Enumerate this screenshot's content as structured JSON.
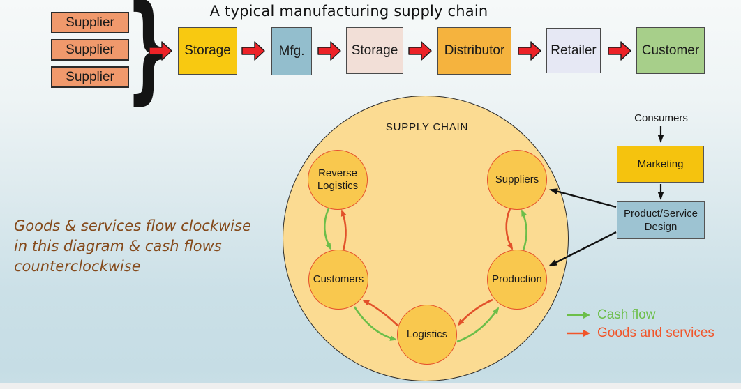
{
  "title": "A typical manufacturing supply chain",
  "top_chain": {
    "supplier_boxes": [
      "Supplier",
      "Supplier",
      "Supplier"
    ],
    "brace": "}",
    "nodes": [
      {
        "label": "Storage",
        "color": "#F8C911"
      },
      {
        "label": "Mfg.",
        "color": "#93BECD"
      },
      {
        "label": "Storage",
        "color": "#F2DFD7"
      },
      {
        "label": "Distributor",
        "color": "#F5B33E"
      },
      {
        "label": "Retailer",
        "color": "#E6E8F4"
      },
      {
        "label": "Customer",
        "color": "#A7CF8A"
      }
    ]
  },
  "cycle": {
    "title": "SUPPLY CHAIN",
    "reverse_logistics_line1": "Reverse",
    "reverse_logistics_line2": "Logistics",
    "suppliers": "Suppliers",
    "customers": "Customers",
    "production": "Production",
    "logistics": "Logistics",
    "goods_direction": "clockwise",
    "cash_direction": "counterclockwise"
  },
  "design_flow": {
    "consumers": "Consumers",
    "marketing": "Marketing",
    "design_line1": "Product/Service",
    "design_line2": "Design"
  },
  "note": {
    "line1": "Goods & services flow clockwise",
    "line2": "in this diagram & cash flows",
    "line3": "counterclockwise"
  },
  "legend": {
    "cash_flow": "Cash flow",
    "goods_services": "Goods and services"
  },
  "colors": {
    "cash_flow_green": "#6CBE49",
    "goods_services_red": "#E2512A",
    "block_arrow_red": "#EC2227",
    "big_circle_fill": "#FBDB92",
    "small_circle_fill": "#F9C84E",
    "small_circle_border": "#E5502B",
    "supplier_box": "#F0996C",
    "marketing_box": "#F5C30E",
    "design_box": "#9DC3D2",
    "note_text": "#84491A",
    "background_bottom": "#C9DFE6"
  }
}
